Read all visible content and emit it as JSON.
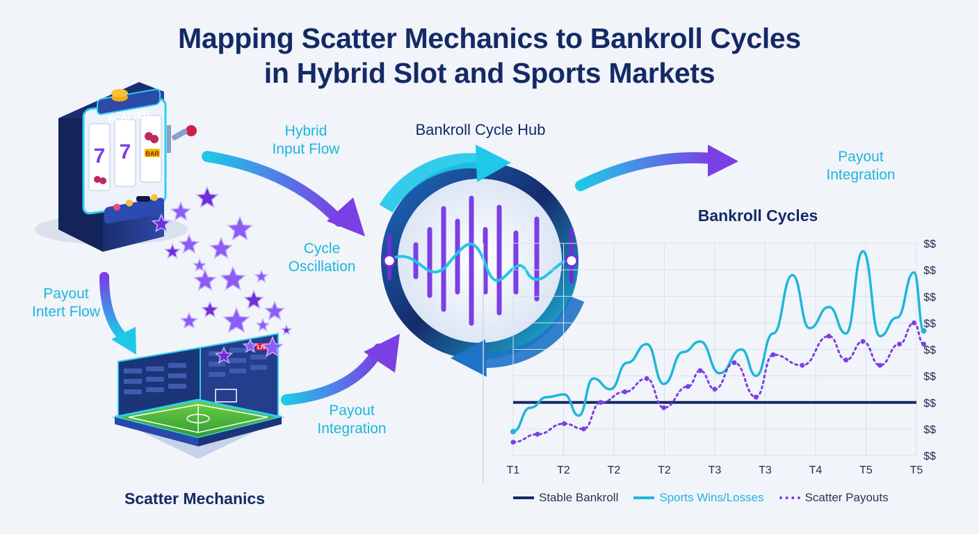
{
  "title": {
    "line1": "Mapping Scatter Mechanics to Bankroll Cycles",
    "line2": "in Hybrid Slot and Sports Markets"
  },
  "labels": {
    "hybrid_input": {
      "line1": "Hybrid",
      "line2": "Input Flow"
    },
    "payout_intert": {
      "line1": "Payout",
      "line2": "Intert Flow"
    },
    "cycle_oscillation": {
      "line1": "Cycle",
      "line2": "Oscillation"
    },
    "payout_integration_bottom": {
      "line1": "Payout",
      "line2": "Integration"
    },
    "payout_integration_top": {
      "line1": "Payout",
      "line2": "Integration"
    },
    "hub_title": "Bankroll Cycle Hub",
    "scatter_mechanics": "Scatter Mechanics",
    "slot_marquee": "SCATTER",
    "slot_bar": "BAR",
    "pitch_live": "LIVE"
  },
  "colors": {
    "navy": "#142a66",
    "cyan": "#1eb6dc",
    "purple": "#7b3fe4",
    "violet": "#8b5cf6"
  },
  "chart_data": {
    "type": "line",
    "title": "Bankroll Cycles",
    "x_ticks": [
      "T1",
      "T2",
      "T2",
      "T2",
      "T3",
      "T3",
      "T4",
      "T5",
      "T5"
    ],
    "y_ticks": [
      "$$",
      "$$",
      "$$",
      "$$",
      "$$",
      "$$",
      "$$",
      "$$",
      "$$"
    ],
    "xlim": [
      0,
      8.3
    ],
    "ylim": [
      0,
      8
    ],
    "grid": true,
    "legend_position": "bottom",
    "series": [
      {
        "name": "Stable Bankroll",
        "style": "solid-dark",
        "color": "#142a66",
        "points": [
          [
            0,
            2
          ],
          [
            8.3,
            2
          ]
        ]
      },
      {
        "name": "Sports Wins/Losses",
        "style": "solid",
        "color": "#1eb6dc",
        "points": [
          [
            0,
            0.9
          ],
          [
            0.35,
            1.8
          ],
          [
            0.7,
            2.2
          ],
          [
            1.05,
            2.3
          ],
          [
            1.35,
            1.5
          ],
          [
            1.65,
            2.9
          ],
          [
            2.0,
            2.5
          ],
          [
            2.35,
            3.5
          ],
          [
            2.75,
            4.2
          ],
          [
            3.1,
            2.7
          ],
          [
            3.5,
            3.9
          ],
          [
            3.85,
            4.3
          ],
          [
            4.25,
            3.1
          ],
          [
            4.7,
            4.0
          ],
          [
            5.0,
            3.0
          ],
          [
            5.35,
            4.6
          ],
          [
            5.75,
            6.8
          ],
          [
            6.1,
            4.8
          ],
          [
            6.5,
            5.6
          ],
          [
            6.85,
            4.6
          ],
          [
            7.2,
            7.7
          ],
          [
            7.55,
            4.5
          ],
          [
            7.9,
            5.2
          ],
          [
            8.25,
            6.9
          ],
          [
            8.45,
            4.7
          ]
        ]
      },
      {
        "name": "Scatter Payouts",
        "style": "dotted",
        "color": "#7b3fe4",
        "points": [
          [
            0,
            0.5
          ],
          [
            0.5,
            0.8
          ],
          [
            1.05,
            1.2
          ],
          [
            1.45,
            1.0
          ],
          [
            1.8,
            2.0
          ],
          [
            2.3,
            2.4
          ],
          [
            2.75,
            2.9
          ],
          [
            3.1,
            1.8
          ],
          [
            3.6,
            2.6
          ],
          [
            3.85,
            3.2
          ],
          [
            4.15,
            2.5
          ],
          [
            4.55,
            3.5
          ],
          [
            5.0,
            2.2
          ],
          [
            5.35,
            3.8
          ],
          [
            5.95,
            3.4
          ],
          [
            6.5,
            4.5
          ],
          [
            6.85,
            3.6
          ],
          [
            7.2,
            4.3
          ],
          [
            7.55,
            3.4
          ],
          [
            7.95,
            4.2
          ],
          [
            8.25,
            5.0
          ],
          [
            8.45,
            4.2
          ]
        ]
      }
    ]
  }
}
